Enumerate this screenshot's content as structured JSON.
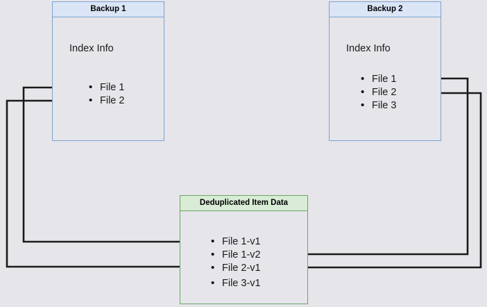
{
  "diagram": {
    "title_hidden": "Backup deduplication index mapping",
    "background_color": "#e6e5ea",
    "edge_color": "#1a1a1a",
    "blue_border": "#7da2ce",
    "blue_header_fill": "#dae5f6",
    "green_border": "#6aa564",
    "green_header_fill": "#d8ecd6"
  },
  "backup1": {
    "header": "Backup 1",
    "index_label": "Index Info",
    "files": [
      {
        "label": "File 1"
      },
      {
        "label": "File 2"
      }
    ]
  },
  "backup2": {
    "header": "Backup 2",
    "index_label": "Index Info",
    "files": [
      {
        "label": "File 1"
      },
      {
        "label": "File 2"
      },
      {
        "label": "File 3"
      }
    ]
  },
  "dedup": {
    "header": "Deduplicated Item Data",
    "items": [
      {
        "label": "File 1-v1"
      },
      {
        "label": "File 1-v2"
      },
      {
        "label": "File 2-v1"
      },
      {
        "label": "File 3-v1"
      }
    ]
  },
  "connections": [
    {
      "from": "backup1.File 1",
      "to": "dedup.File 1-v1",
      "direction": "right"
    },
    {
      "from": "backup1.File 2",
      "to": "dedup.File 2-v1",
      "direction": "right"
    },
    {
      "from": "backup2.File 1",
      "to": "dedup.File 1-v2",
      "direction": "left"
    },
    {
      "from": "backup2.File 2",
      "to": "dedup.File 2-v1",
      "direction": "left"
    }
  ]
}
